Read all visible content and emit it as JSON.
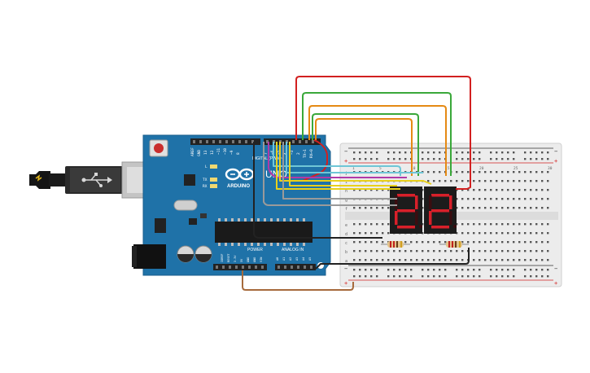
{
  "board": {
    "brand": "ARDUINO",
    "model": "UNO",
    "digital_label": "DIGITAL (PWM~)",
    "power_label": "POWER",
    "analog_label": "ANALOG IN",
    "aref": "AREF",
    "gnd": "GND",
    "tx": "TX",
    "rx": "RX",
    "l": "L",
    "tx1": "TX→1",
    "rx0": "RX←0",
    "digital_pins": [
      "13",
      "12",
      "~11",
      "~10",
      "~9",
      "8",
      "7",
      "~6",
      "~5",
      "4",
      "~3",
      "2"
    ],
    "power_pins": [
      "IOREF",
      "RESET",
      "3.3V",
      "5V",
      "GND",
      "GND",
      "VIN"
    ],
    "analog_pins": [
      "A0",
      "A1",
      "A2",
      "A3",
      "A4",
      "A5"
    ]
  },
  "breadboard": {
    "row_letters_top": [
      "j",
      "i",
      "h",
      "g",
      "f"
    ],
    "row_letters_bottom": [
      "e",
      "d",
      "c",
      "b",
      "a"
    ],
    "column_numbers": [
      "1",
      "5",
      "10",
      "15",
      "20",
      "25",
      "30"
    ],
    "plus": "+",
    "minus": "−"
  },
  "display": {
    "digits": [
      "2",
      "2"
    ],
    "segment_on_color": "#d8202a",
    "segment_off_color": "#3a0d10"
  },
  "colors": {
    "arduino_blue": "#1f72a8",
    "wire_red": "#d22020",
    "wire_green": "#3aa83a",
    "wire_orange": "#e58a14",
    "wire_yellow": "#e8d01c",
    "wire_cyan": "#6fc6d6",
    "wire_magenta": "#b03aa8",
    "wire_gray": "#9a9a9a",
    "wire_black": "#222222",
    "wire_brown": "#a66a3c"
  }
}
